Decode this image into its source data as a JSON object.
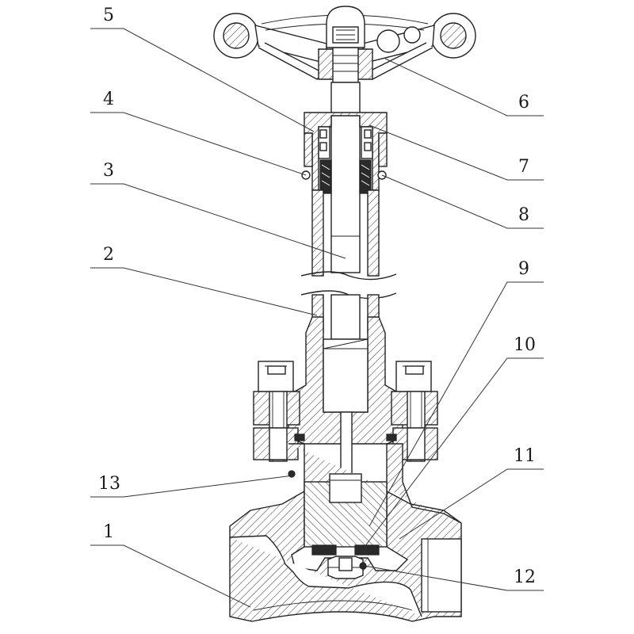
{
  "figure": {
    "callouts": [
      {
        "id": "c1",
        "label": "1"
      },
      {
        "id": "c2",
        "label": "2"
      },
      {
        "id": "c3",
        "label": "3"
      },
      {
        "id": "c4",
        "label": "4"
      },
      {
        "id": "c5",
        "label": "5"
      },
      {
        "id": "c6",
        "label": "6"
      },
      {
        "id": "c7",
        "label": "7"
      },
      {
        "id": "c8",
        "label": "8"
      },
      {
        "id": "c9",
        "label": "9"
      },
      {
        "id": "c10",
        "label": "10"
      },
      {
        "id": "c11",
        "label": "11"
      },
      {
        "id": "c12",
        "label": "12"
      },
      {
        "id": "c13",
        "label": "13"
      }
    ],
    "colors": {
      "line": "#222222",
      "background": "#ffffff",
      "packing": "#2a2a2a"
    }
  }
}
